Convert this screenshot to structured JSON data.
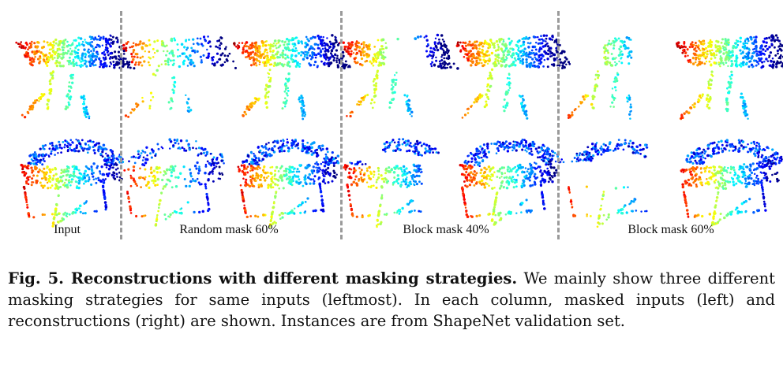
{
  "figure": {
    "panels": [
      {
        "label": "Input"
      },
      {
        "label": "Random mask 60%"
      },
      {
        "label": "Block mask 40%"
      },
      {
        "label": "Block mask 60%"
      }
    ],
    "rows": [
      "table",
      "chair"
    ]
  },
  "caption": {
    "prefix": "Fig. 5. Reconstructions with different masking strategies.",
    "body": " We mainly show three different masking strategies for same inputs (leftmost). In each column, masked inputs (left) and reconstructions (right) are shown. Instances are from ShapeNet validation set."
  }
}
